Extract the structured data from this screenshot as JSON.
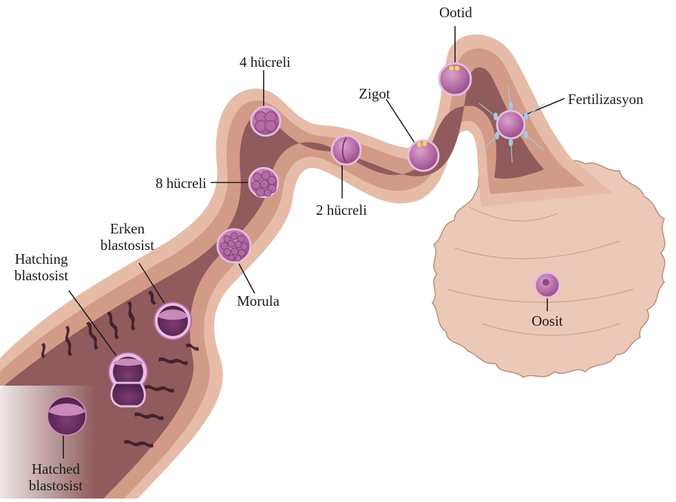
{
  "labels": {
    "ootid": "Ootid",
    "zigot": "Zigot",
    "fertilizasyon": "Fertilizasyon",
    "dort_hucreli": "4 hücreli",
    "sekiz_hucreli": "8 hücreli",
    "iki_hucreli": "2 hücreli",
    "erken_blastosist": [
      "Erken",
      "blastosist"
    ],
    "hatching_blastosist": [
      "Hatching",
      "blastosist"
    ],
    "morula": "Morula",
    "oosit": "Oosit",
    "hatched_blastosist": [
      "Hatched",
      "blastosist"
    ]
  },
  "colors": {
    "tube_outer": "#e7c0ad",
    "tube_wall": "#d39e8a",
    "tube_lumen": "#8e5a5c",
    "cell_fill": "#b46aa4",
    "cell_ring": "#e2b7db",
    "leader": "#1a1a1a"
  }
}
